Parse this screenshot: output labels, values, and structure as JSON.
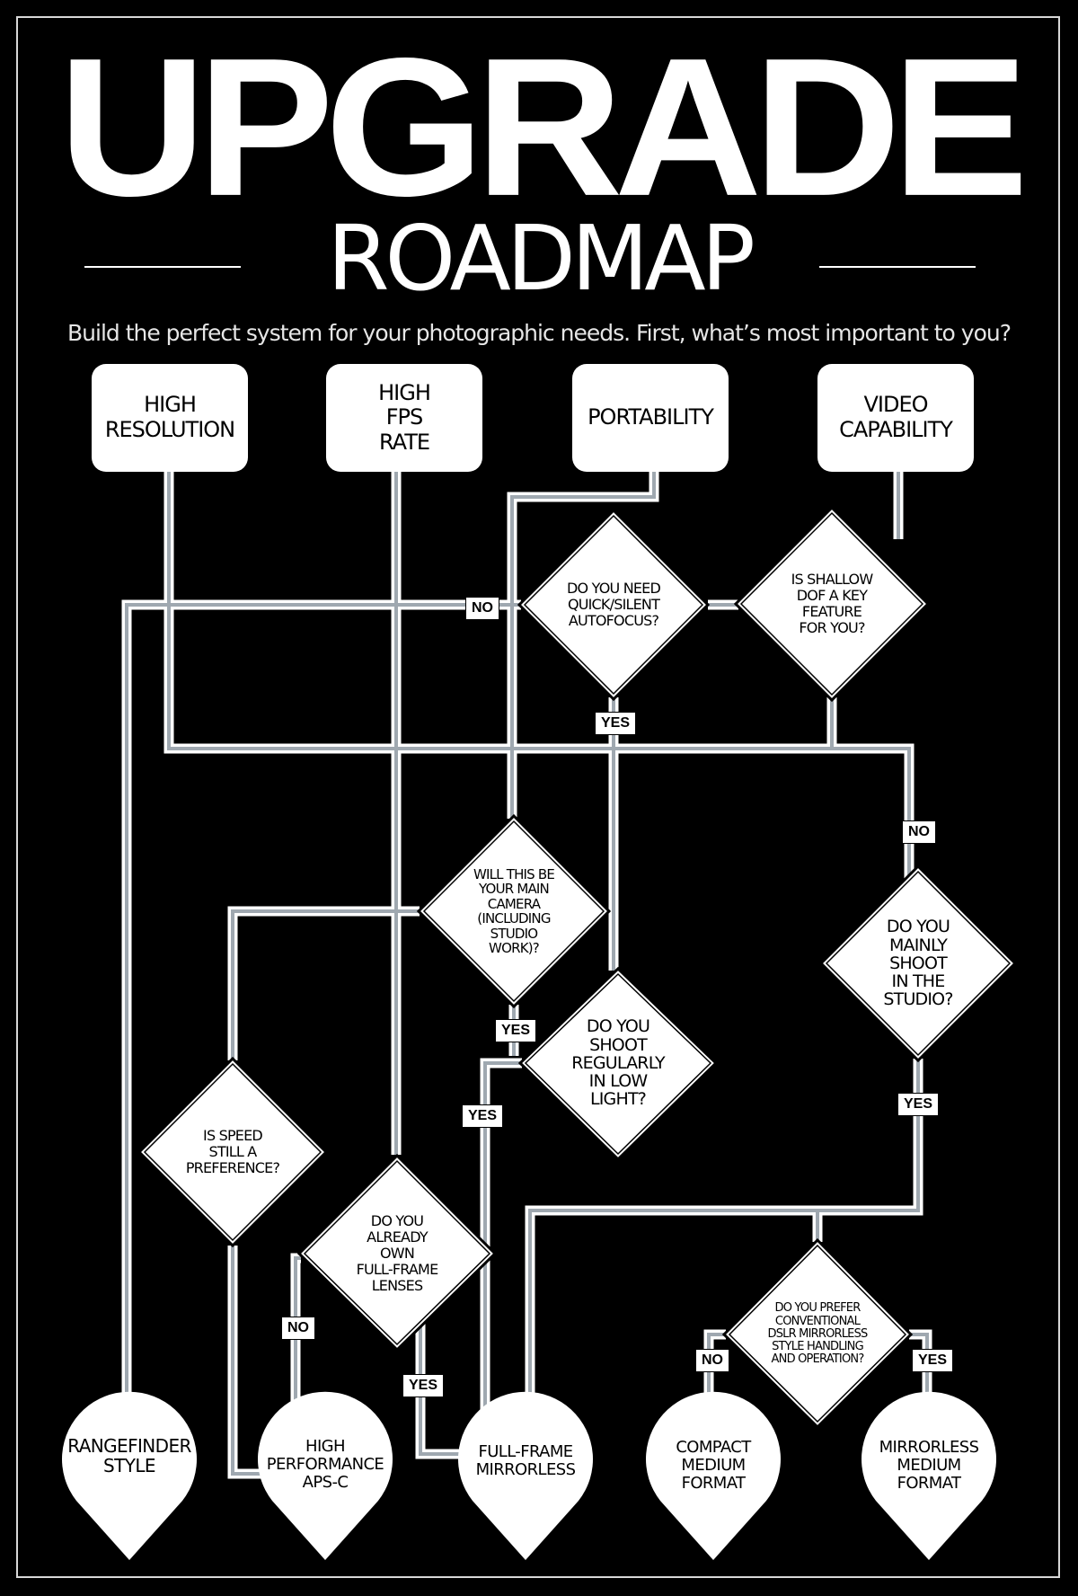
{
  "title": {
    "main": "UPGRADE",
    "sub": "ROADMAP"
  },
  "subtitle": "Build the perfect system for your photographic needs. First, what’s most important to you?",
  "priorities": {
    "high_resolution": "HIGH\nRESOLUTION",
    "high_fps": "HIGH\nFPS\nRATE",
    "portability": "PORTABILITY",
    "video": "VIDEO\nCAPABILITY"
  },
  "questions": {
    "quick_af": "DO YOU NEED\nQUICK/SILENT\nAUTOFOCUS?",
    "shallow_dof": "IS SHALLOW\nDOF A KEY\nFEATURE\nFOR YOU?",
    "main_camera": "WILL THIS BE\nYOUR MAIN\nCAMERA\n(INCLUDING\nSTUDIO\nWORK)?",
    "studio": "DO YOU\nMAINLY\nSHOOT\nIN THE\nSTUDIO?",
    "low_light": "DO YOU\nSHOOT\nREGULARLY\nIN LOW\nLIGHT?",
    "speed": "IS SPEED\nSTILL A\nPREFERENCE?",
    "ff_lenses": "DO YOU\nALREADY\nOWN\nFULL-FRAME\nLENSES",
    "dslr_handling": "DO YOU PREFER\nCONVENTIONAL\nDSLR MIRRORLESS\nSTYLE HANDLING\nAND OPERATION?"
  },
  "answers": {
    "no": "NO",
    "yes": "YES"
  },
  "outcomes": {
    "rangefinder": "RANGEFINDER\nSTYLE",
    "aps_c": "HIGH\nPERFORMANCE\nAPS-C",
    "full_frame": "FULL-FRAME\nMIRRORLESS",
    "compact_mf": "COMPACT\nMEDIUM\nFORMAT",
    "mirrorless_mf": "MIRRORLESS\nMEDIUM\nFORMAT"
  },
  "colors": {
    "background": "#000000",
    "foreground": "#ffffff",
    "line_inner": "#9fa8b0"
  }
}
